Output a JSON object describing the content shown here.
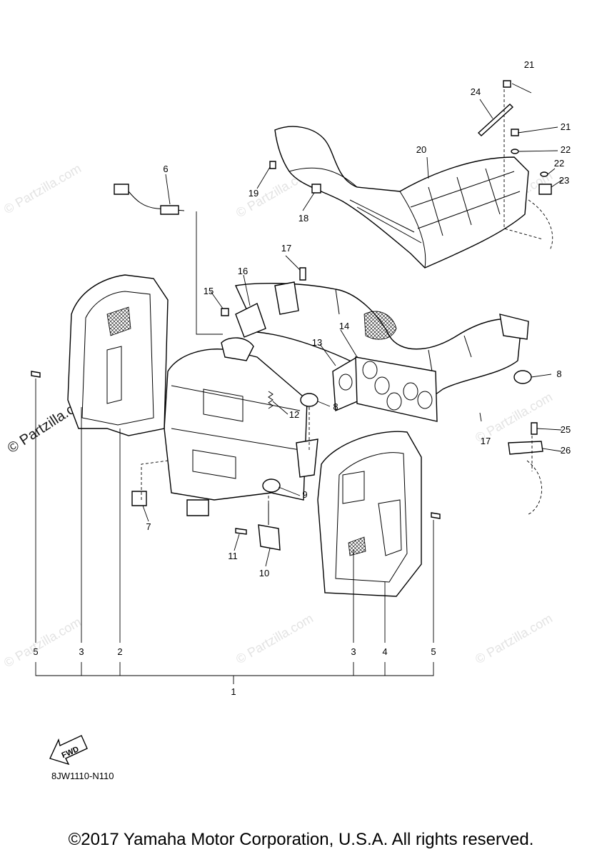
{
  "watermark": "© Partzilla.com",
  "callouts": [
    "1",
    "2",
    "3",
    "4",
    "5",
    "6",
    "7",
    "8",
    "9",
    "10",
    "11",
    "12",
    "13",
    "14",
    "15",
    "16",
    "17",
    "18",
    "19",
    "20",
    "21",
    "22",
    "23",
    "24",
    "25",
    "26"
  ],
  "fwd_label": "FWD",
  "diagram_code": "8JW1110-N110",
  "copyright": "©2017 Yamaha Motor Corporation, U.S.A. All rights reserved."
}
